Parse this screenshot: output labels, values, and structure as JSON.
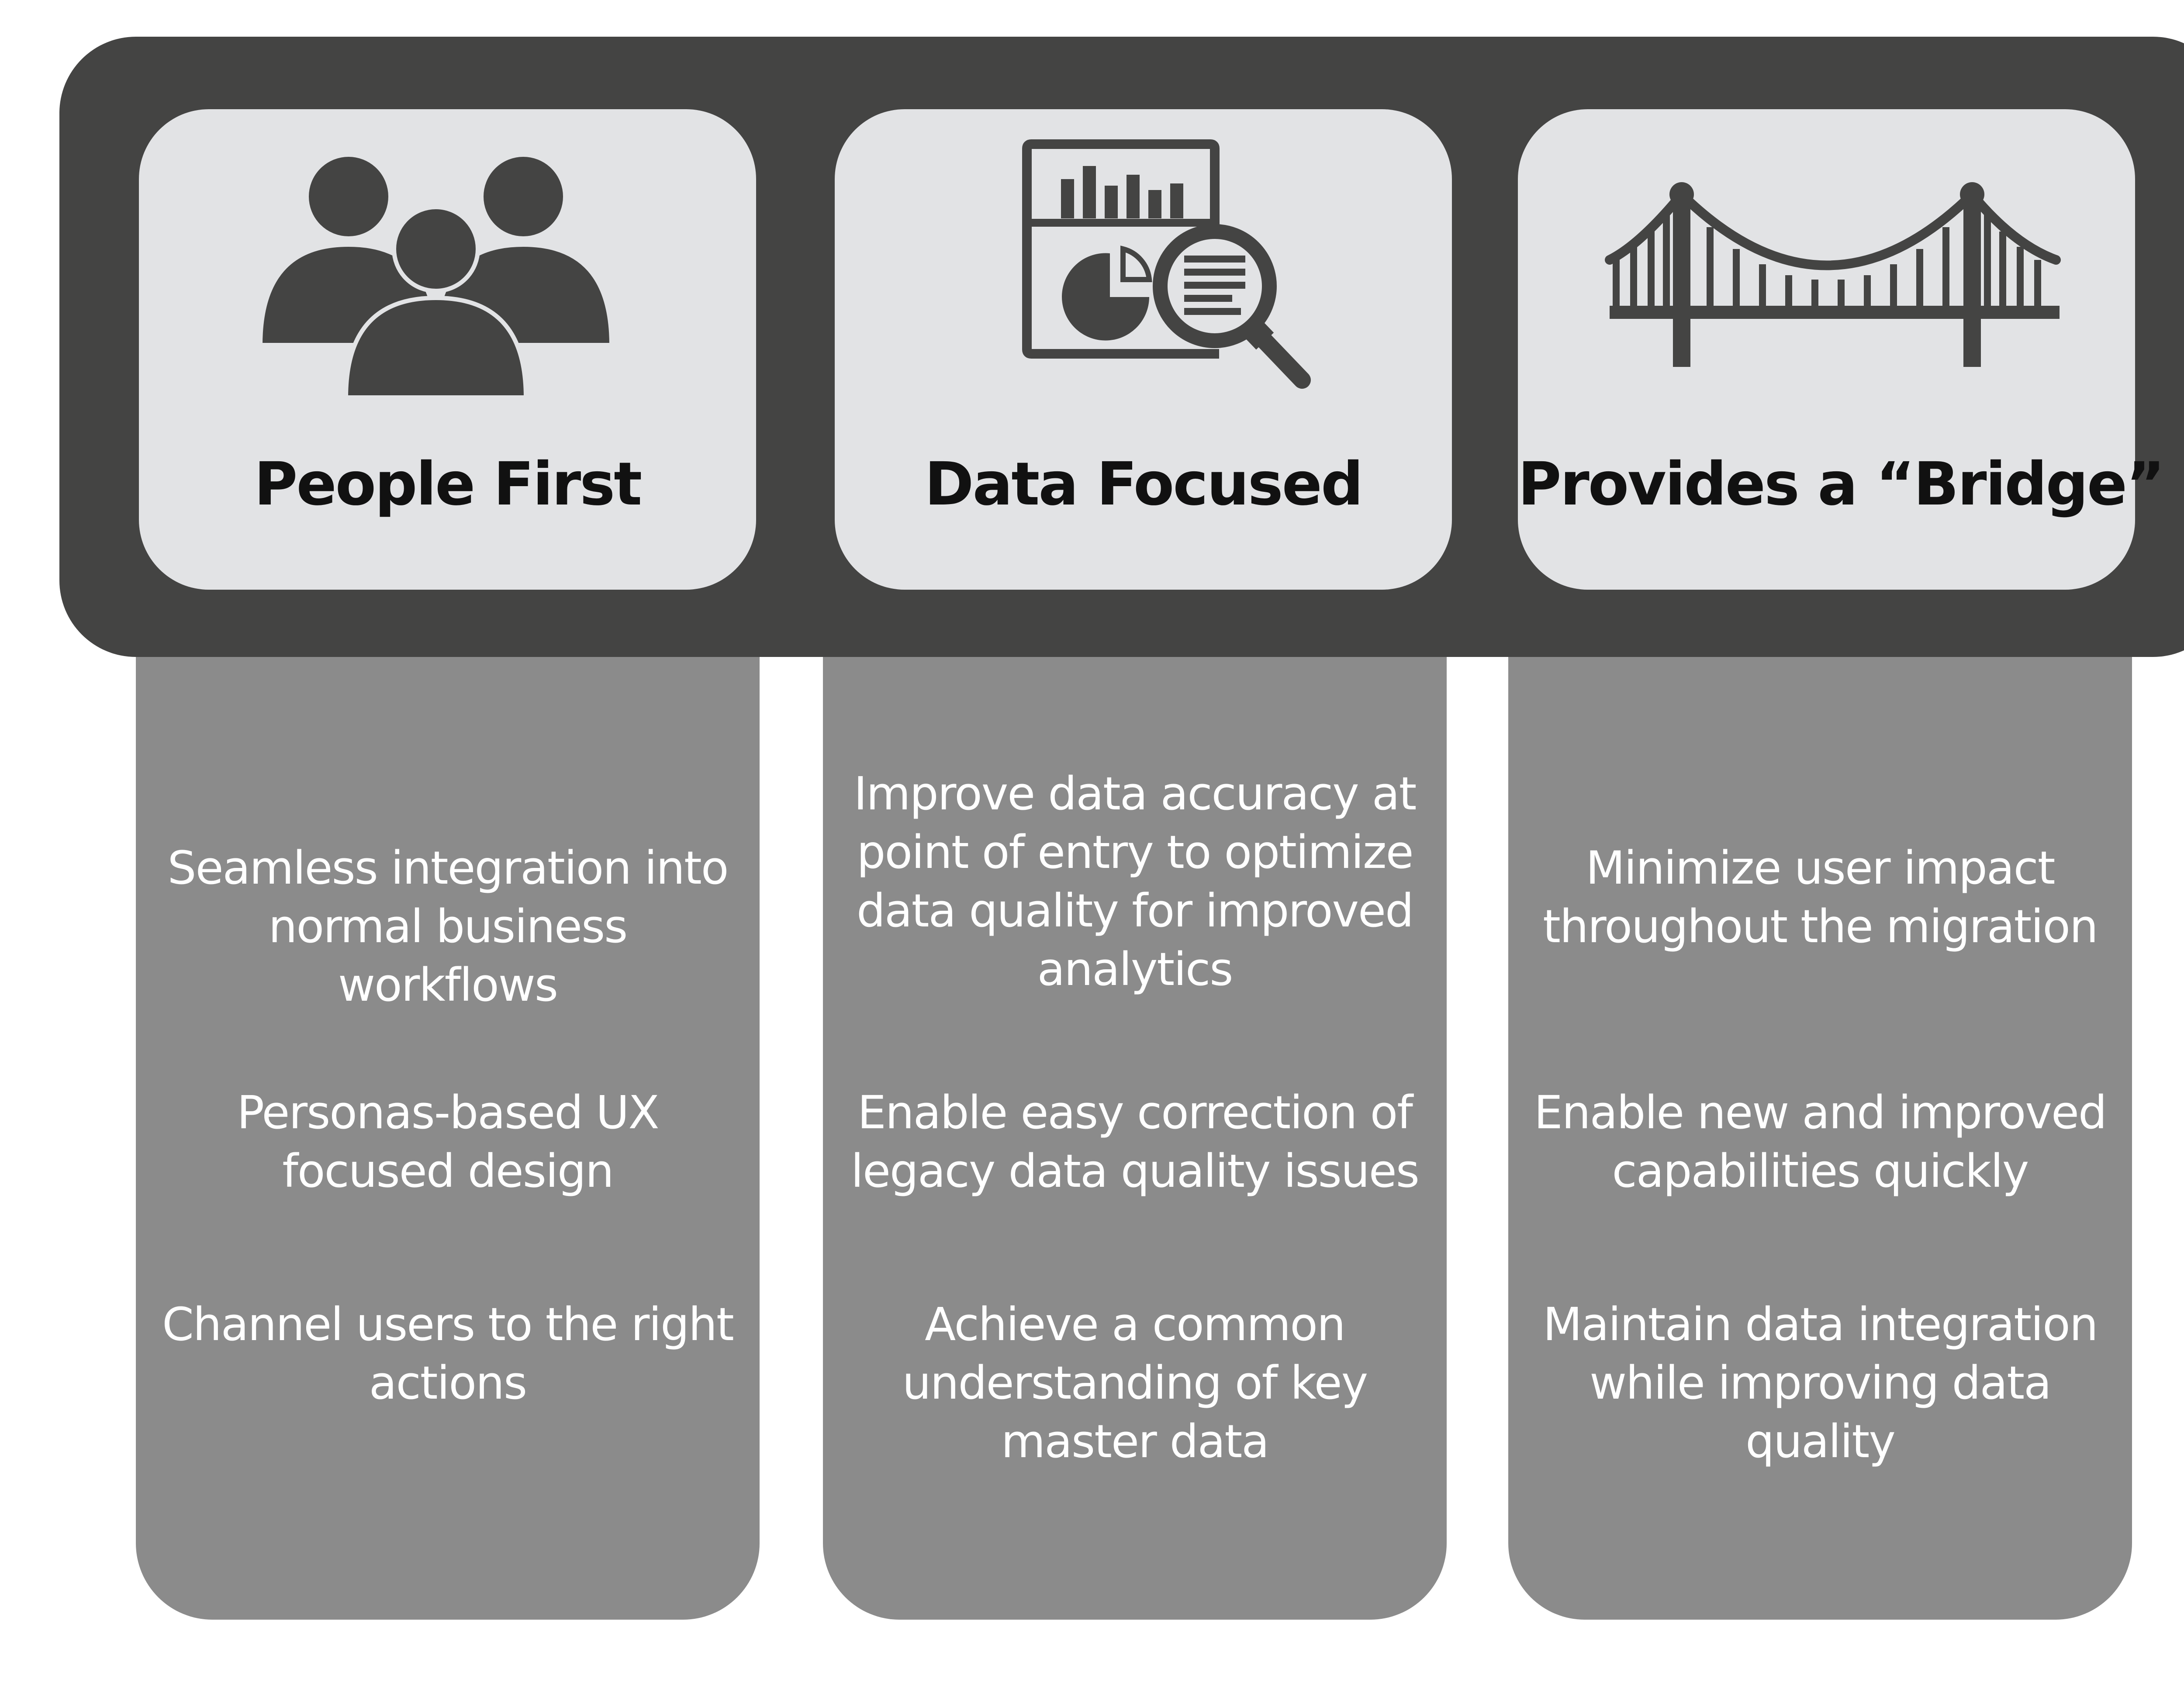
{
  "columns": [
    {
      "title": "People First",
      "icon": "people-group-icon",
      "points": [
        "Seamless integration into normal business workflows",
        "Personas-based UX focused design",
        "Channel users to the right actions"
      ]
    },
    {
      "title": "Data Focused",
      "icon": "data-analysis-magnifier-icon",
      "points": [
        "Improve data accuracy at point of entry to optimize data quality for improved analytics",
        "Enable easy correction of legacy data quality issues",
        "Achieve a common understanding of key master data"
      ]
    },
    {
      "title": "Provides a “Bridge”",
      "icon": "suspension-bridge-icon",
      "points": [
        "Minimize user impact throughout the migration",
        "Enable new and improved capabilities quickly",
        "Maintain data integration while improving data quality"
      ]
    }
  ],
  "colors": {
    "band": "#444443",
    "card": "#e2e3e5",
    "pillar": "#8b8b8b",
    "icon": "#444443",
    "title_text": "#111111",
    "point_text": "#ffffff"
  }
}
